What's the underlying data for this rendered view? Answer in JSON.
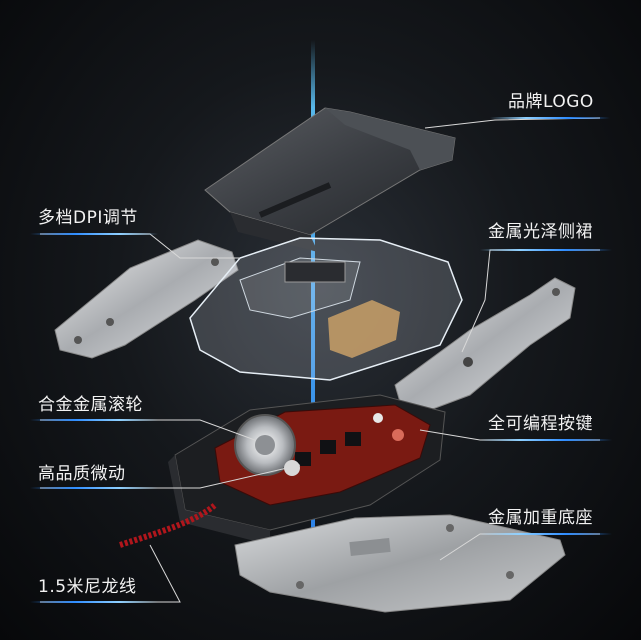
{
  "labels": {
    "brand_logo": "品牌LOGO",
    "dpi": "多档DPI调节",
    "side_skirt": "金属光泽侧裙",
    "scroll_wheel": "合金金属滚轮",
    "programmable": "全可编程按键",
    "micro_switch": "高品质微动",
    "base": "金属加重底座",
    "cable": "1.5米尼龙线"
  },
  "colors": {
    "accent_blue": "#2f8dff",
    "axis_glow": "#5ec8ff",
    "leader_line": "#d8d8d8",
    "pcb_red": "#7a1a12",
    "cable_red": "#b0161c"
  }
}
